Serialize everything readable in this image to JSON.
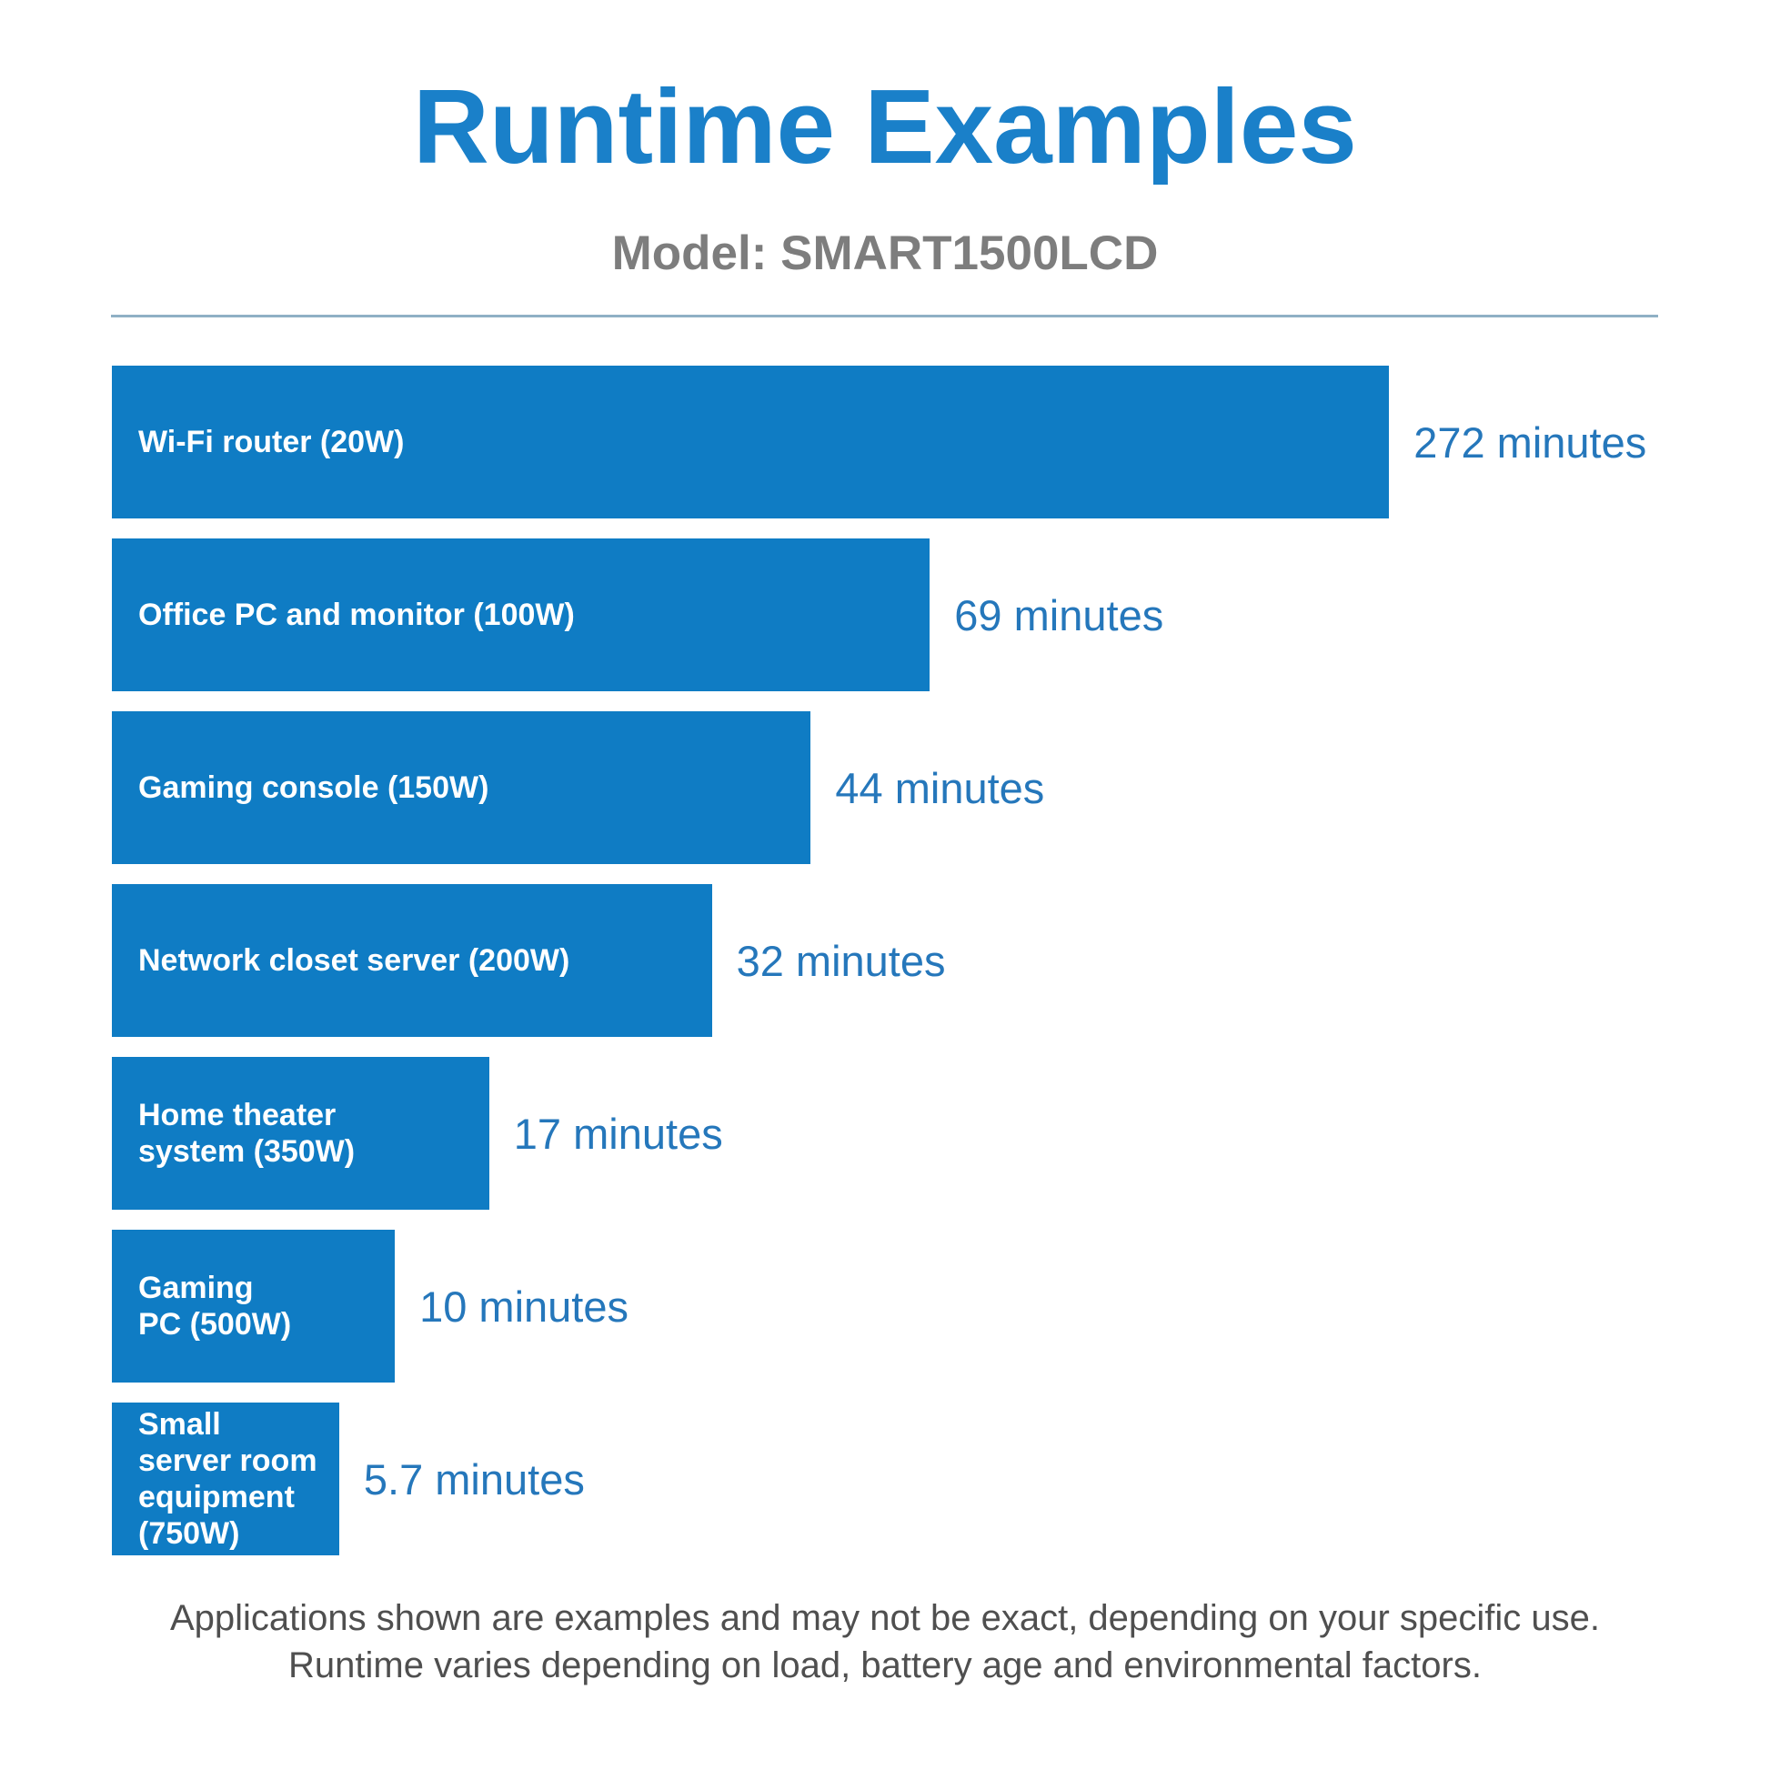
{
  "header": {
    "title": "Runtime Examples",
    "subtitle": "Model: SMART1500LCD"
  },
  "chart_data": {
    "type": "bar",
    "orientation": "horizontal",
    "title": "Runtime Examples",
    "subtitle": "Model: SMART1500LCD",
    "unit": "minutes",
    "grid": false,
    "legend": "none",
    "categories": [
      "Wi-Fi router (20W)",
      "Office PC and monitor (100W)",
      "Gaming console (150W)",
      "Network closet server (200W)",
      "Home theater system (350W)",
      "Gaming PC (500W)",
      "Small server room equipment (750W)"
    ],
    "values": [
      272,
      69,
      44,
      32,
      17,
      10,
      5.7
    ],
    "items": [
      {
        "label": "Wi-Fi router (20W)",
        "label_display": "Wi-Fi router (20W)",
        "minutes": 272,
        "value_label": "272 minutes",
        "bar_width_pct": 82.6
      },
      {
        "label": "Office PC and monitor (100W)",
        "label_display": "Office PC and monitor (100W)",
        "minutes": 69,
        "value_label": "69 minutes",
        "bar_width_pct": 52.9
      },
      {
        "label": "Gaming console (150W)",
        "label_display": "Gaming console (150W)",
        "minutes": 44,
        "value_label": "44 minutes",
        "bar_width_pct": 45.2
      },
      {
        "label": "Network closet server (200W)",
        "label_display": "Network closet server (200W)",
        "minutes": 32,
        "value_label": "32 minutes",
        "bar_width_pct": 38.8
      },
      {
        "label": "Home theater system (350W)",
        "label_display": "Home theater\nsystem (350W)",
        "minutes": 17,
        "value_label": "17 minutes",
        "bar_width_pct": 24.4
      },
      {
        "label": "Gaming PC (500W)",
        "label_display": "Gaming\nPC (500W)",
        "minutes": 10,
        "value_label": "10 minutes",
        "bar_width_pct": 18.3
      },
      {
        "label": "Small server room equipment (750W)",
        "label_display": "Small\nserver room\nequipment\n(750W)",
        "minutes": 5.7,
        "value_label": "5.7 minutes",
        "bar_width_pct": 14.7
      }
    ]
  },
  "colors": {
    "bar_fill": "#0f7cc4",
    "title_text": "#1a80c9",
    "value_text": "#2577bb",
    "bar_label_text": "#ffffff",
    "subtitle_text": "#7d7d7d",
    "footer_text": "#4f4f4f",
    "divider": "#8fb0c5",
    "background": "#ffffff"
  },
  "footer": {
    "line1": "Applications shown are examples and may not be exact, depending on your specific use.",
    "line2": "Runtime varies depending on load, battery age and environmental factors."
  }
}
